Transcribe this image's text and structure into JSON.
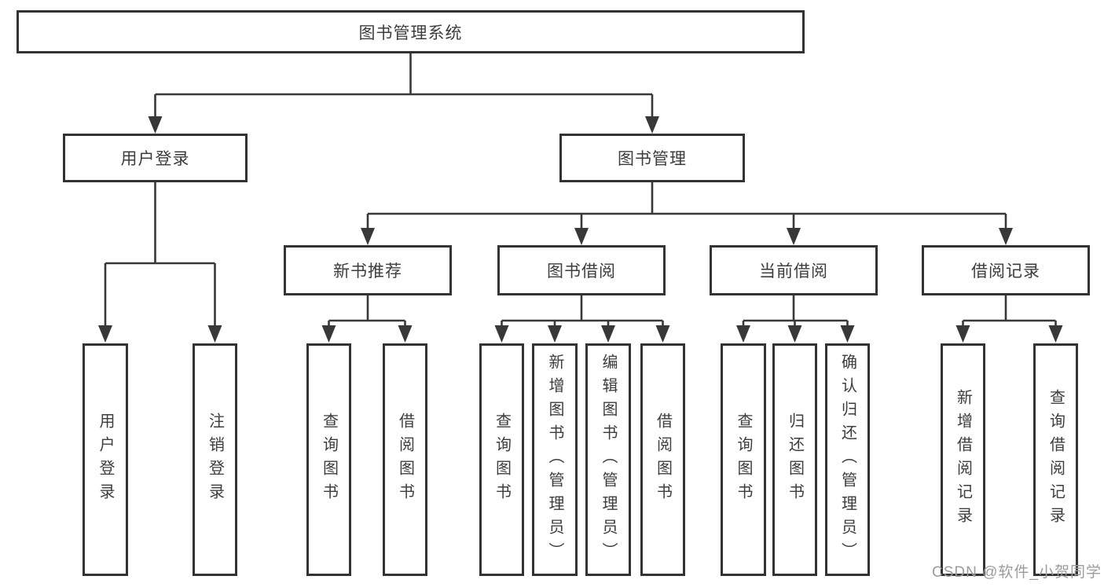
{
  "diagram": {
    "root": {
      "label": "图书管理系统"
    },
    "level1": [
      {
        "label": "用户登录"
      },
      {
        "label": "图书管理"
      }
    ],
    "level2": [
      {
        "label": "新书推荐",
        "parent": "图书管理"
      },
      {
        "label": "图书借阅",
        "parent": "图书管理"
      },
      {
        "label": "当前借阅",
        "parent": "图书管理"
      },
      {
        "label": "借阅记录",
        "parent": "图书管理"
      }
    ],
    "leaves": [
      {
        "label": "用户登录",
        "parent": "用户登录"
      },
      {
        "label": "注销登录",
        "parent": "用户登录"
      },
      {
        "label": "查询图书",
        "parent": "新书推荐"
      },
      {
        "label": "借阅图书",
        "parent": "新书推荐"
      },
      {
        "label": "查询图书",
        "parent": "图书借阅"
      },
      {
        "label": "新增图书（管理员）",
        "parent": "图书借阅"
      },
      {
        "label": "编辑图书（管理员）",
        "parent": "图书借阅"
      },
      {
        "label": "借阅图书",
        "parent": "图书借阅"
      },
      {
        "label": "查询图书",
        "parent": "当前借阅"
      },
      {
        "label": "归还图书",
        "parent": "当前借阅"
      },
      {
        "label": "确认归还（管理员）",
        "parent": "当前借阅"
      },
      {
        "label": "新增借阅记录",
        "parent": "借阅记录"
      },
      {
        "label": "查询借阅记录",
        "parent": "借阅记录"
      }
    ]
  },
  "watermark": {
    "text": "CSDN @软件_小贺同学",
    "color": "#9c9c9c"
  },
  "colors": {
    "line": "#383838",
    "box_border": "#333333",
    "box_fill": "#ffffff",
    "text": "#3d3d3d",
    "background": "#ffffff"
  }
}
